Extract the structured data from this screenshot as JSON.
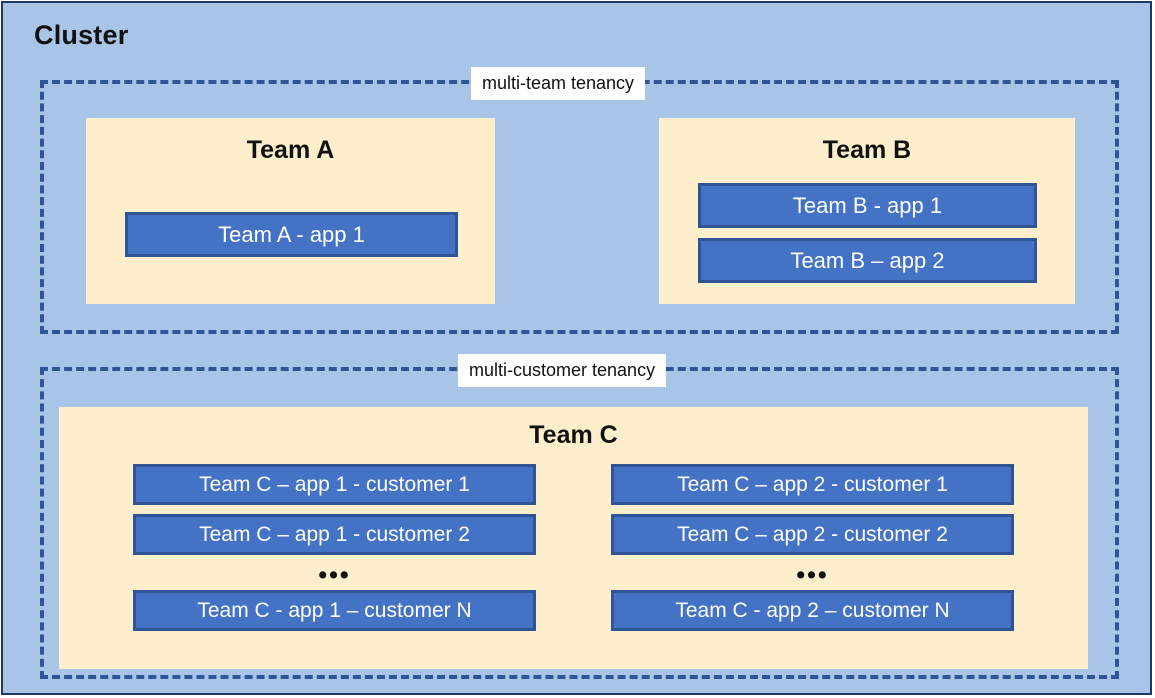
{
  "cluster": {
    "title": "Cluster",
    "background_color": "#A8C5E8",
    "border_color": "#1F3864"
  },
  "colors": {
    "cluster_background": "#A8C5E8",
    "team_box_fill": "#FDEFCB",
    "app_box_fill": "#4472C4",
    "app_box_border": "#2F5597",
    "dashed_border": "#2F5597",
    "label_background": "#FFFFFF",
    "text_dark": "#111111",
    "text_light": "#FFFFFF"
  },
  "regions": [
    {
      "id": "multi-team",
      "label": "multi-team tenancy",
      "teams": [
        {
          "id": "team-a",
          "title": "Team A",
          "apps": [
            "Team A - app 1"
          ]
        },
        {
          "id": "team-b",
          "title": "Team B",
          "apps": [
            "Team B - app 1",
            "Team B – app 2"
          ]
        }
      ]
    },
    {
      "id": "multi-customer",
      "label": "multi-customer tenancy",
      "teams": [
        {
          "id": "team-c",
          "title": "Team C",
          "columns": [
            {
              "id": "team-c-app-1",
              "apps_top": [
                "Team C – app 1 - customer 1",
                "Team C – app 1 - customer 2"
              ],
              "ellipsis": "•••",
              "apps_bottom": [
                "Team C - app 1 – customer N"
              ]
            },
            {
              "id": "team-c-app-2",
              "apps_top": [
                "Team C – app 2 - customer 1",
                "Team C – app 2 - customer 2"
              ],
              "ellipsis": "•••",
              "apps_bottom": [
                "Team C - app 2 – customer N"
              ]
            }
          ]
        }
      ]
    }
  ]
}
